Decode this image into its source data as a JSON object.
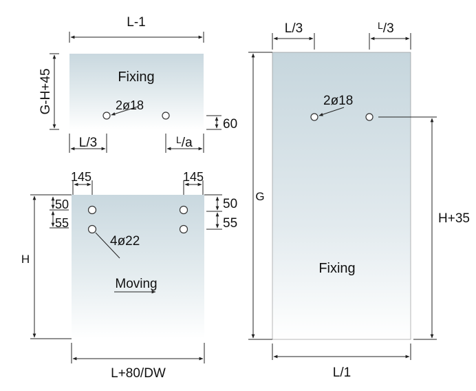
{
  "colors": {
    "panel_top": "#c9d8df",
    "panel_bottom": "#ffffff",
    "line": "#222222"
  },
  "top_fixing_panel": {
    "name": "Fixing",
    "width_label": "L-1",
    "height_label": "G-H+45",
    "holes_label": "2ø18",
    "left_offset_label": "L/3",
    "right_offset_label_sup": "L",
    "right_offset_label_rest": "/a",
    "hole_height_label": "60"
  },
  "moving_panel": {
    "name": "Moving",
    "width_label": "L+80/DW",
    "height_label": "H",
    "holes_label": "4ø22",
    "left_edge_label": "145",
    "right_edge_label": "145",
    "left_top_label": "50",
    "left_spacing_label": "55",
    "right_top_label": "50",
    "right_spacing_label": "55"
  },
  "right_fixing_panel": {
    "name": "Fixing",
    "width_label": "L/1",
    "height_label": "G",
    "holes_label": "2ø18",
    "left_offset_label": "L/3",
    "right_offset_label_sup": "L",
    "right_offset_label_rest": "/3",
    "hole_height_label": "H+35"
  }
}
